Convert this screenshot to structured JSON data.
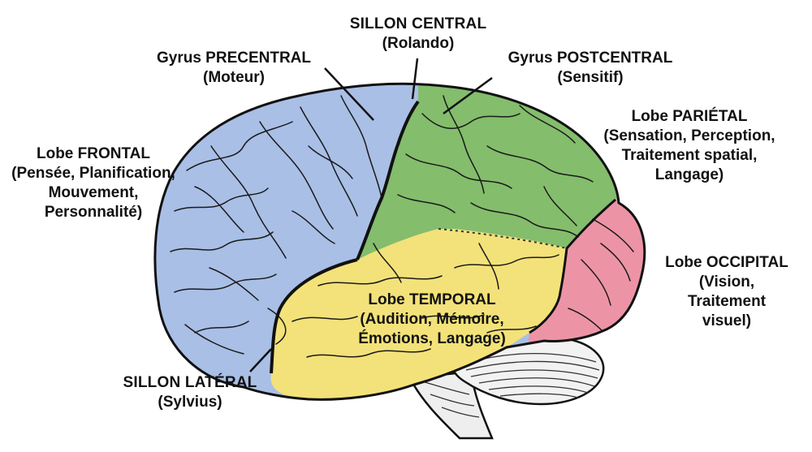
{
  "colors": {
    "frontal": "#a9bfe6",
    "parietal": "#84bd6c",
    "temporal": "#f3e279",
    "occipital": "#ec94a6",
    "cerebellum": "#f2f2f2",
    "stroke": "#111111"
  },
  "labels": {
    "sillon_central": {
      "line1": "SILLON CENTRAL",
      "line2": "(Rolando)"
    },
    "gyrus_precentral": {
      "line1": "Gyrus PRECENTRAL",
      "line2": "(Moteur)"
    },
    "gyrus_postcentral": {
      "line1": "Gyrus POSTCENTRAL",
      "line2": "(Sensitif)"
    },
    "lobe_parietal": {
      "line1": "Lobe PARIÉTAL",
      "line2": "(Sensation, Perception,",
      "line3": "Traitement spatial,",
      "line4": "Langage)"
    },
    "lobe_frontal": {
      "line1": "Lobe FRONTAL",
      "line2": "(Pensée, Planification,",
      "line3": "Mouvement,",
      "line4": "Personnalité)"
    },
    "lobe_occipital": {
      "line1": "Lobe OCCIPITAL",
      "line2": "(Vision,",
      "line3": "Traitement",
      "line4": "visuel)"
    },
    "lobe_temporal": {
      "line1": "Lobe TEMPORAL",
      "line2": "(Audition, Mémoire,",
      "line3": "Émotions, Langage)"
    },
    "sillon_lateral": {
      "line1": "SILLON LATÉRAL",
      "line2": "(Sylvius)"
    }
  }
}
